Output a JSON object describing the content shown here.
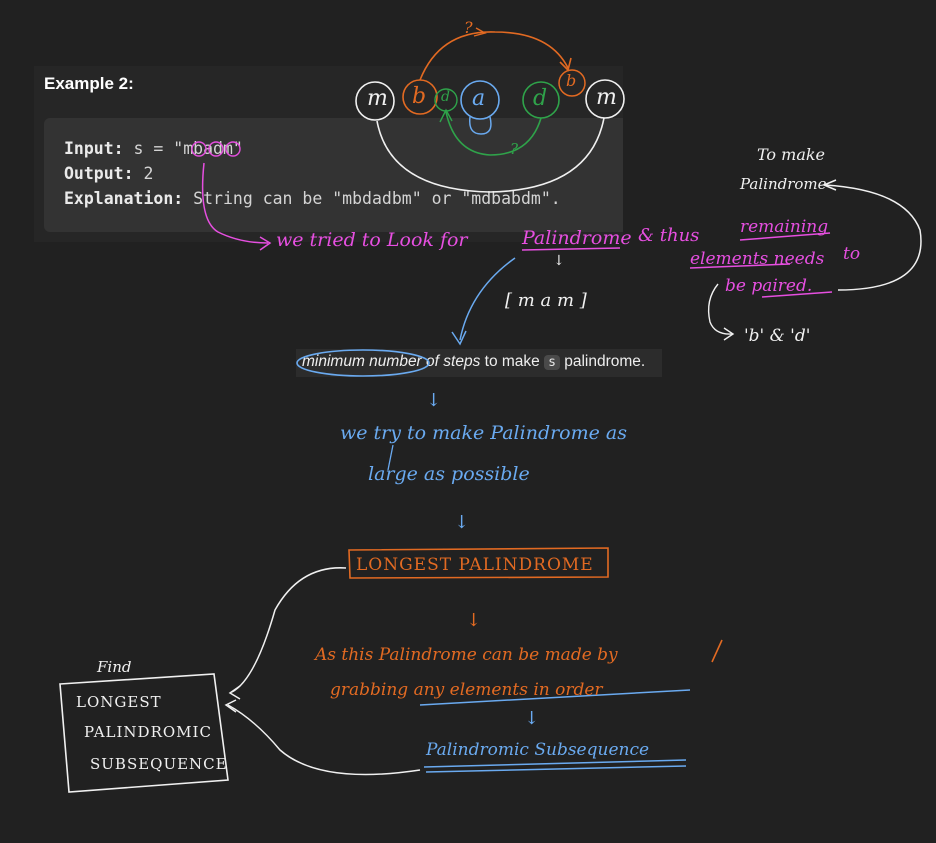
{
  "example": {
    "title": "Example 2:",
    "input_label": "Input:",
    "input_value": " s = \"mbadm\"",
    "output_label": "Output:",
    "output_value": " 2",
    "explanation_label": "Explanation:",
    "explanation_value": " String can be \"mbdadbm\" or \"mdbabdm\"."
  },
  "description": {
    "highlight": "minimum number",
    "rest_italic": " of steps",
    "text_before_code": " to make ",
    "code": "s",
    "text_after": " palindrome."
  },
  "diagram": {
    "letters": [
      "m",
      "b",
      "d",
      "a",
      "d",
      "b",
      "m"
    ],
    "question_mark": "?",
    "mam": "[ m   a   m ]",
    "note_tried": "we tried to Look for",
    "note_palindrome": "Palindrome",
    "note_and_thus": "& thus",
    "note_remaining": "remaining",
    "note_elements_need": "elements needs",
    "note_to": "to",
    "note_be_paired": "be paired.",
    "note_to_make": "To make",
    "note_palindrome2": "Palindrome",
    "note_b_d": "'b'  &  'd'",
    "arrow_down": "↓",
    "we_try": "we try to make Palindrome as",
    "large_as_possible": "large  as  possible",
    "longest_palindrome": "LONGEST   PALINDROME",
    "as_this": "As this Palindrome can be made by",
    "grabbing": "grabbing  any  elements  in  order",
    "palindromic_subsequence": "Palindromic  Subsequence",
    "find": "Find",
    "lps_line1": "LONGEST",
    "lps_line2": "PALINDROMIC",
    "lps_line3": "SUBSEQUENCE"
  },
  "colors": {
    "background": "#212121",
    "pink": "#e64fe0",
    "blue": "#6aaaf0",
    "orange": "#e26a22",
    "green": "#2fa34a",
    "white": "#f0f0f0"
  }
}
